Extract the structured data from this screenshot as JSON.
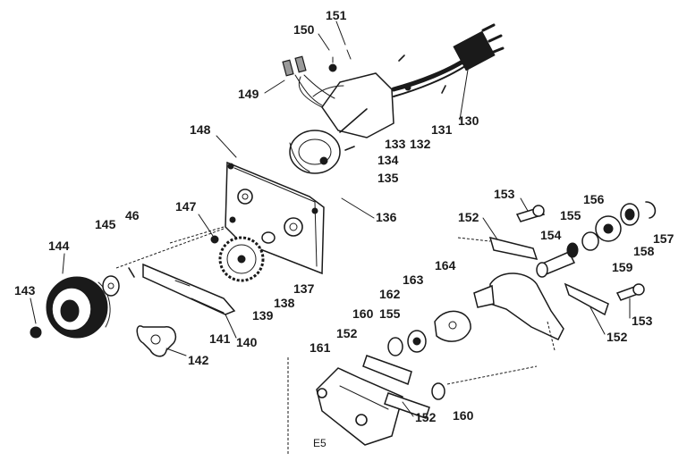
{
  "callouts": [
    {
      "id": "c151",
      "text": "151"
    },
    {
      "id": "c150",
      "text": "150"
    },
    {
      "id": "c149",
      "text": "149"
    },
    {
      "id": "c130",
      "text": "130"
    },
    {
      "id": "c131",
      "text": "131"
    },
    {
      "id": "c132",
      "text": "132"
    },
    {
      "id": "c133",
      "text": "133"
    },
    {
      "id": "c134",
      "text": "134"
    },
    {
      "id": "c135",
      "text": "135"
    },
    {
      "id": "c148",
      "text": "148"
    },
    {
      "id": "c136",
      "text": "136"
    },
    {
      "id": "c147",
      "text": "147"
    },
    {
      "id": "c145",
      "text": "145"
    },
    {
      "id": "c46",
      "text": "46"
    },
    {
      "id": "c144",
      "text": "144"
    },
    {
      "id": "c143",
      "text": "143"
    },
    {
      "id": "c137",
      "text": "137"
    },
    {
      "id": "c138",
      "text": "138"
    },
    {
      "id": "c139",
      "text": "139"
    },
    {
      "id": "c141",
      "text": "141"
    },
    {
      "id": "c140",
      "text": "140"
    },
    {
      "id": "c142",
      "text": "142"
    },
    {
      "id": "c153a",
      "text": "153"
    },
    {
      "id": "c152a",
      "text": "152"
    },
    {
      "id": "c156",
      "text": "156"
    },
    {
      "id": "c155a",
      "text": "155"
    },
    {
      "id": "c154",
      "text": "154"
    },
    {
      "id": "c158",
      "text": "158"
    },
    {
      "id": "c157",
      "text": "157"
    },
    {
      "id": "c159",
      "text": "159"
    },
    {
      "id": "c164",
      "text": "164"
    },
    {
      "id": "c163",
      "text": "163"
    },
    {
      "id": "c162",
      "text": "162"
    },
    {
      "id": "c160a",
      "text": "160"
    },
    {
      "id": "c155b",
      "text": "155"
    },
    {
      "id": "c153b",
      "text": "153"
    },
    {
      "id": "c152b",
      "text": "152"
    },
    {
      "id": "c161",
      "text": "161"
    },
    {
      "id": "c152c",
      "text": "152"
    },
    {
      "id": "c152d",
      "text": "152"
    },
    {
      "id": "c160b",
      "text": "160"
    }
  ],
  "figure_mark": "E5"
}
